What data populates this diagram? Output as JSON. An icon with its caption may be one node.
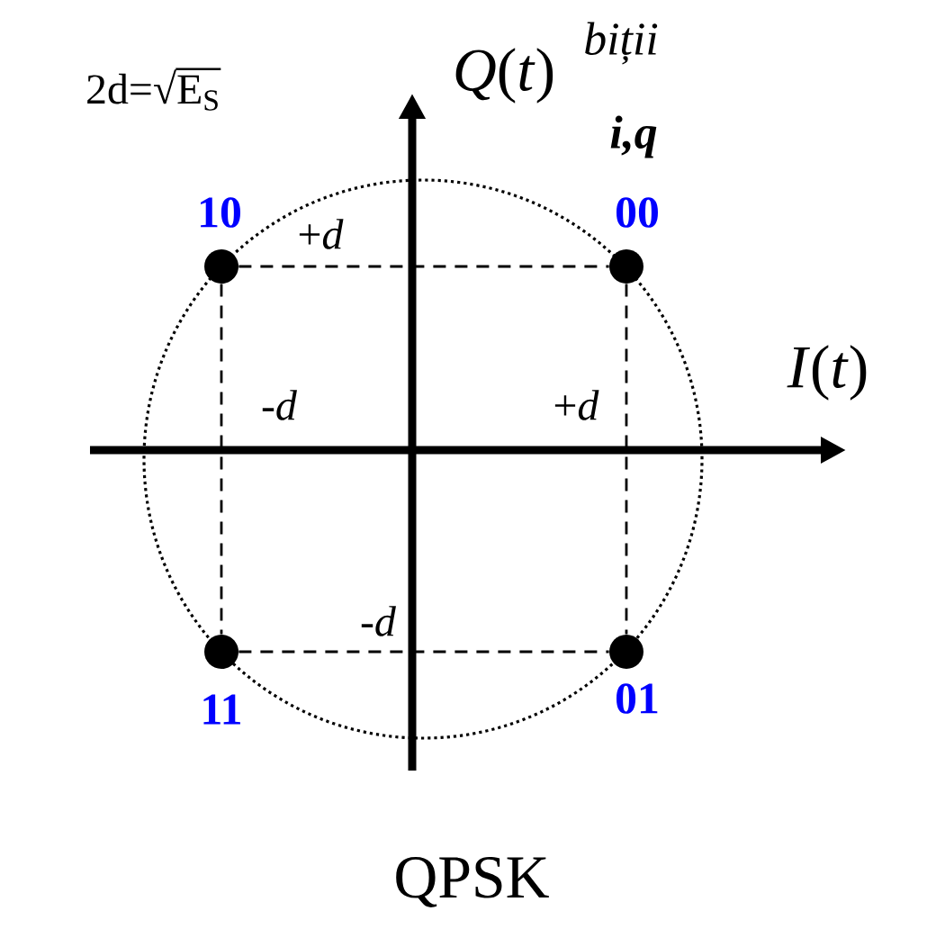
{
  "diagram": {
    "caption": "QPSK",
    "nodes": [
      {
        "text": [],
        "shape": "circle",
        "beside": [
          "10"
        ]
      },
      {
        "text": [],
        "shape": "circle",
        "beside": [
          "00"
        ]
      },
      {
        "text": [],
        "shape": "circle",
        "beside": [
          "11"
        ]
      },
      {
        "text": [],
        "shape": "circle",
        "beside": [
          "01"
        ]
      }
    ],
    "edges": [
      {
        "from": 0,
        "to": 1,
        "arrow": "none",
        "style": "dashed"
      },
      {
        "from": 0,
        "to": 2,
        "arrow": "none",
        "style": "dashed"
      },
      {
        "from": 1,
        "to": 3,
        "arrow": "none",
        "style": "dashed"
      },
      {
        "from": 2,
        "to": 3,
        "arrow": "none",
        "style": "dashed"
      }
    ],
    "labels": [
      "2d=√E$_{S}$",
      "*Q*(*t*)",
      "*biții*",
      "i,q",
      "+*d*",
      "*I*(*t*)",
      "-*d*",
      "+*d*",
      "-*d*"
    ]
  }
}
